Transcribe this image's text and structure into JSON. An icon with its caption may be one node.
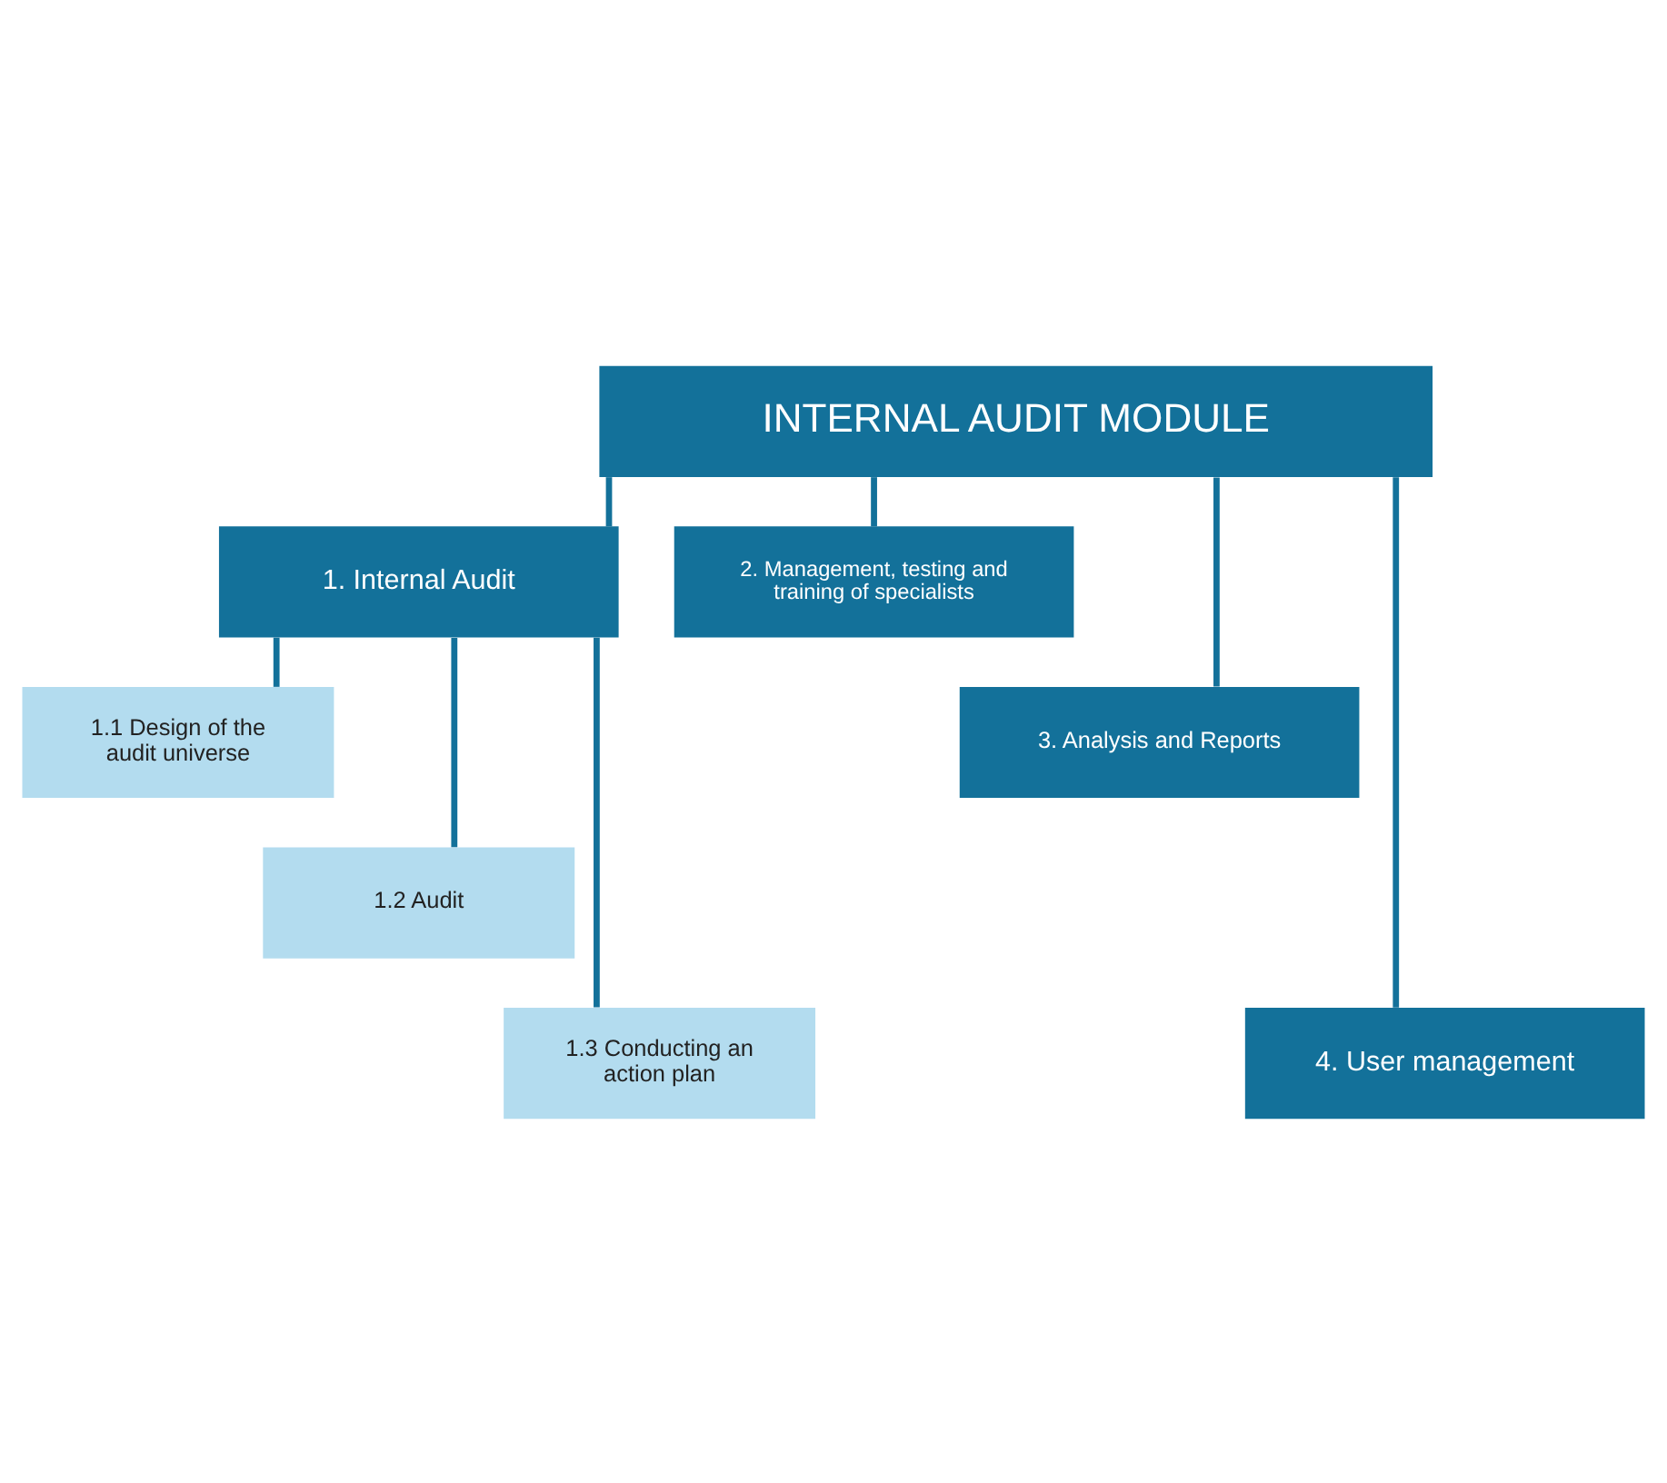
{
  "diagram": {
    "nodes": [
      {
        "text": [
          "INTERNAL AUDIT MODULE"
        ]
      },
      {
        "text": [
          "1. Internal Audit"
        ]
      },
      {
        "text": [
          "2. Management, testing and training of specialists"
        ]
      },
      {
        "text": [
          "1.1 Design of the audit universe"
        ]
      },
      {
        "text": [
          "3. Analysis and Reports"
        ]
      },
      {
        "text": [
          "1.2 Audit"
        ]
      },
      {
        "text": [
          "1.3 Conducting an action plan"
        ]
      },
      {
        "text": [
          "4. User management"
        ]
      }
    ],
    "edges": [
      {
        "from": 0,
        "to": 1,
        "arrow": "none"
      },
      {
        "from": 0,
        "to": 2,
        "arrow": "none"
      },
      {
        "from": 0,
        "to": 4,
        "arrow": "none"
      },
      {
        "from": 0,
        "to": 7,
        "arrow": "none"
      },
      {
        "from": 1,
        "to": 3,
        "arrow": "none"
      },
      {
        "from": 1,
        "to": 5,
        "arrow": "none"
      },
      {
        "from": 1,
        "to": 6,
        "arrow": "none"
      }
    ]
  }
}
